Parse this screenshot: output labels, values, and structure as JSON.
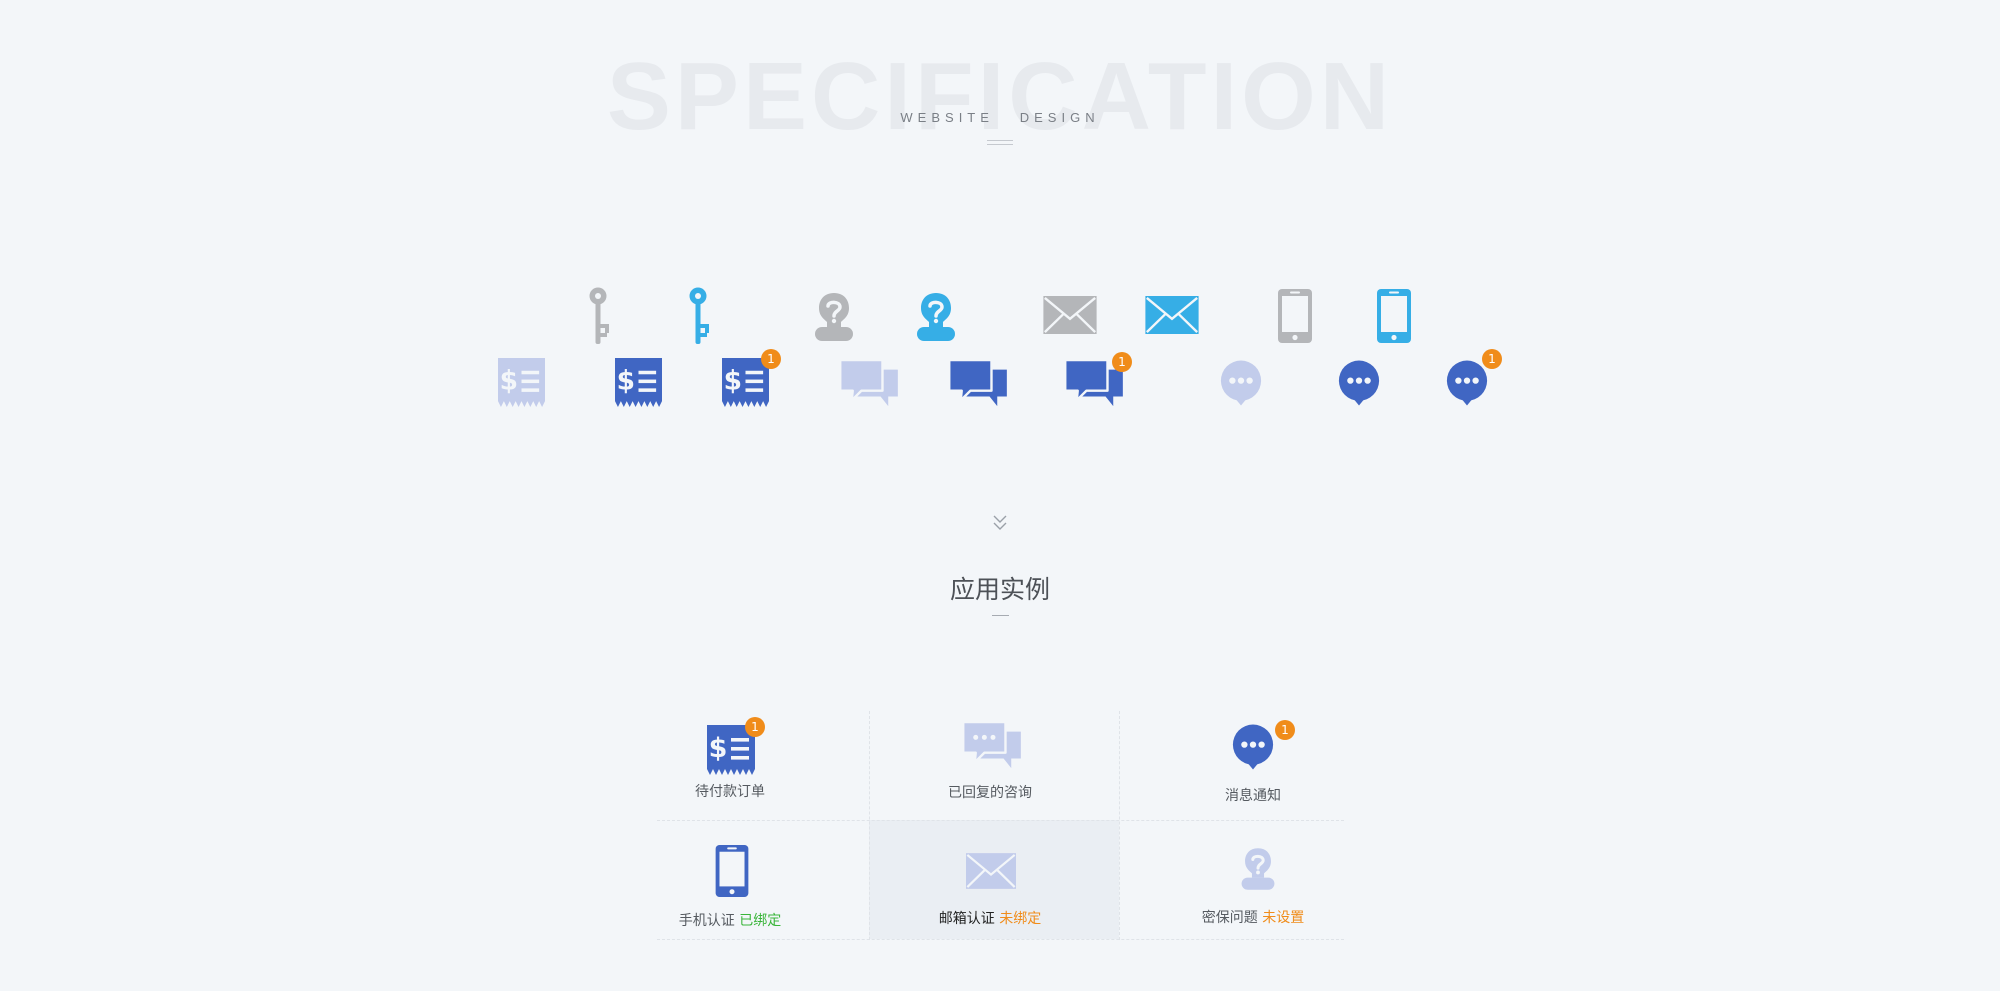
{
  "header": {
    "bg_title": "SPECIFICATION",
    "subtitle": "WEBSITE   DESIGN"
  },
  "colors": {
    "gray": "#b4b6b9",
    "sky": "#36aee6",
    "blue": "#4066c3",
    "light_blue": "#c2cceb",
    "badge": "#f08c1a",
    "green": "#3ab53a"
  },
  "showcase": {
    "badges": [
      "1",
      "1",
      "1"
    ]
  },
  "section": {
    "title": "应用实例"
  },
  "examples": {
    "pending_order": {
      "label": "待付款订单",
      "badge": "1"
    },
    "replied": {
      "label": "已回复的咨询"
    },
    "notice": {
      "label": "消息通知",
      "badge": "1"
    },
    "phone": {
      "label": "手机认证",
      "status": "已绑定"
    },
    "email": {
      "label": "邮箱认证",
      "status": "未绑定"
    },
    "security": {
      "label": "密保问题",
      "status": "未设置"
    }
  }
}
